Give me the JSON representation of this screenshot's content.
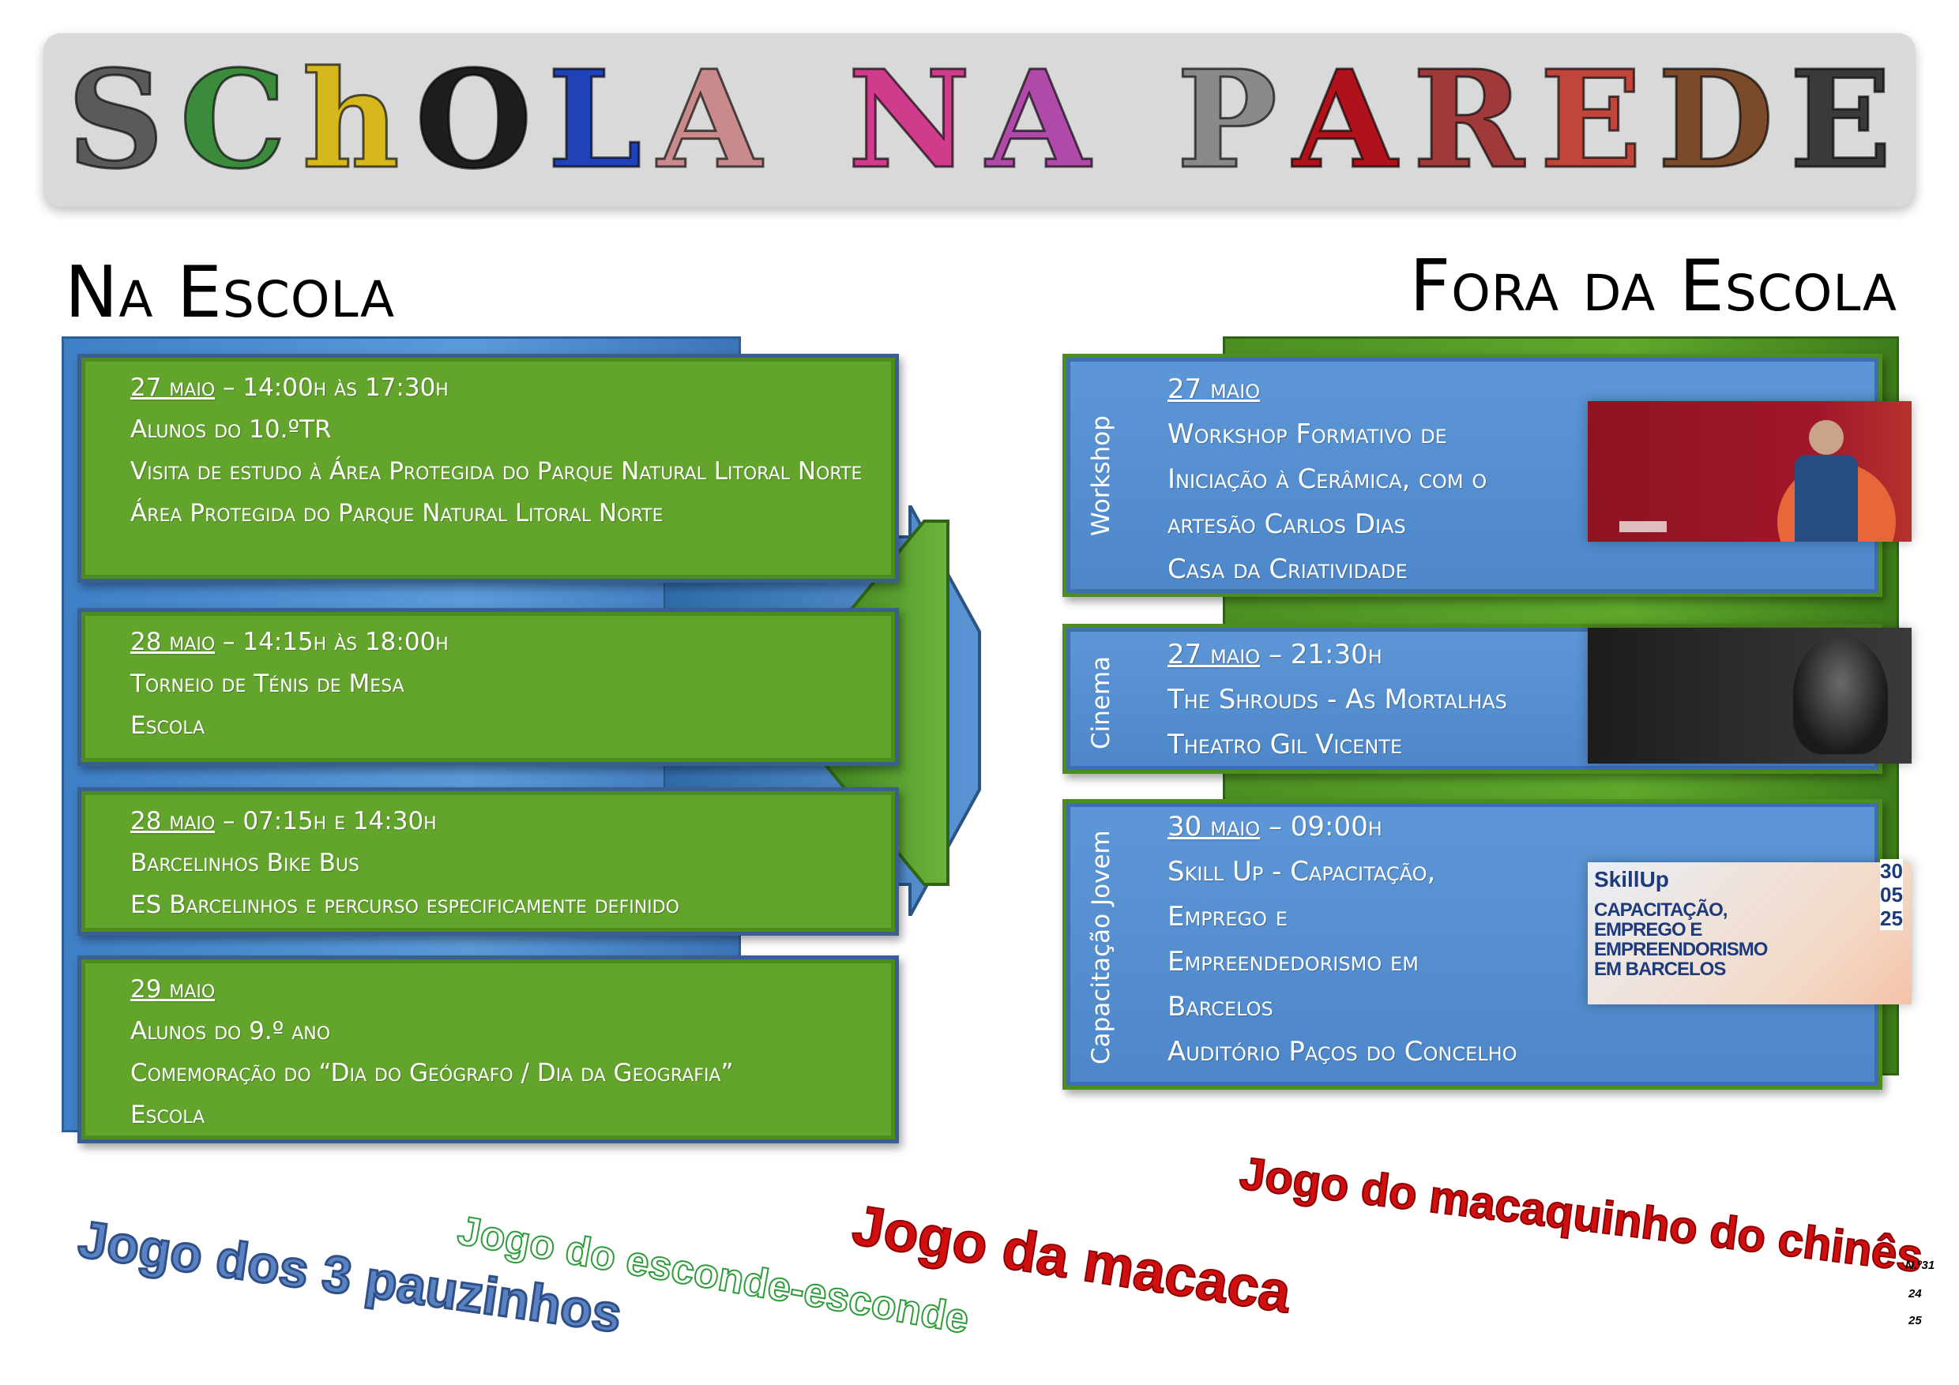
{
  "banner": {
    "words": [
      {
        "letters": [
          "S",
          "C",
          "h",
          "O",
          "L",
          "A"
        ],
        "colors": [
          "#5a5a5a",
          "#3c8a3c",
          "#d6b81e",
          "#1e1e1e",
          "#2042b8",
          "#c88a8a"
        ]
      },
      {
        "letters": [
          "N",
          "A"
        ],
        "colors": [
          "#d03c8c",
          "#b04aa8"
        ]
      },
      {
        "letters": [
          "P",
          "A",
          "R",
          "E",
          "D",
          "E"
        ],
        "colors": [
          "#8a8a8a",
          "#b0121c",
          "#a03a3a",
          "#c0463c",
          "#7a4a2a",
          "#3a3a3a"
        ]
      }
    ]
  },
  "left": {
    "title": "Na Escola",
    "items": [
      {
        "date": "27 maio",
        "time": " – 14:00h às 17:30h",
        "lines": [
          "Alunos do 10.ºTR",
          "Visita de estudo à Área Protegida do Parque Natural Litoral Norte",
          "Área Protegida do Parque Natural Litoral Norte"
        ]
      },
      {
        "date": "28 maio",
        "time": " – 14:15h às 18:00h",
        "lines": [
          "Torneio de Ténis de Mesa",
          "Escola"
        ]
      },
      {
        "date": "28 maio",
        "time": " – 07:15h e 14:30h",
        "lines": [
          "Barcelinhos Bike Bus",
          "ES Barcelinhos e percurso especificamente definido"
        ]
      },
      {
        "date": "29 maio",
        "time": "",
        "lines": [
          "Alunos do 9.º ano",
          "Comemoração do “Dia do Geógrafo / Dia da Geografia”",
          "Escola"
        ]
      }
    ]
  },
  "right": {
    "title": "Fora da Escola",
    "items": [
      {
        "category": "Workshop",
        "date": "27 maio",
        "time": "",
        "lines": [
          "Workshop Formativo de",
          "Iniciação à Cerâmica, com o",
          "artesão Carlos Dias",
          "Casa da Criatividade"
        ]
      },
      {
        "category": "Cinema",
        "date": "27 maio",
        "time": " – 21:30h",
        "lines": [
          "The Shrouds - As Mortalhas",
          "Theatro Gil Vicente"
        ]
      },
      {
        "category": "Capacitação Jovem",
        "date": "30 maio",
        "time": " – 09:00h",
        "lines": [
          "Skill Up - Capacitação,",
          "Emprego e",
          "Empreendedorismo em",
          "Barcelos",
          "Auditório Paços do Concelho"
        ]
      }
    ],
    "skillup_poster": {
      "brand": "SkillUp",
      "headline": [
        "CAPACITAÇÃO,",
        "EMPREGO E",
        "EMPREENDORISMO",
        "EM BARCELOS"
      ],
      "date_digits": [
        "30",
        "05",
        "25"
      ]
    }
  },
  "games": [
    {
      "label": "Jogo dos 3 pauzinhos",
      "color": "blue"
    },
    {
      "label": "Jogo do esconde-esconde",
      "color": "green"
    },
    {
      "label": "Jogo da macaca",
      "color": "red"
    },
    {
      "label": "Jogo do macaquinho do chinês",
      "color": "red"
    }
  ],
  "footer": {
    "issue": "N.º31",
    "year_a": "24",
    "year_b": "25"
  }
}
